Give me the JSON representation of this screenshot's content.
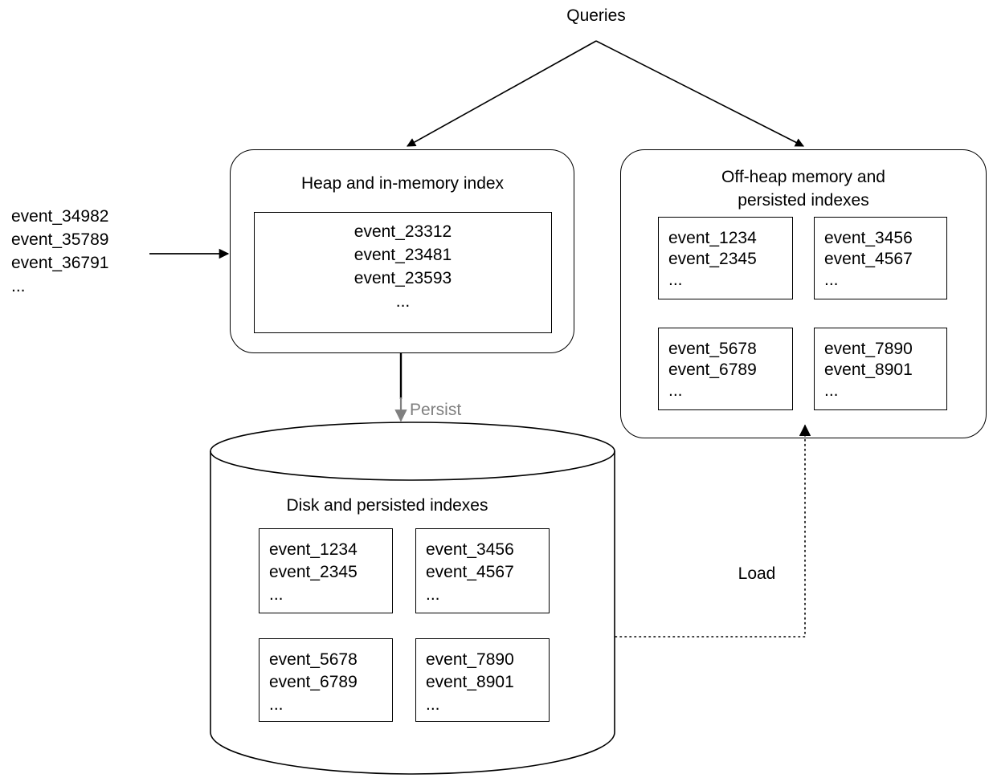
{
  "diagram": {
    "queries_label": "Queries",
    "persist_label": "Persist",
    "load_label": "Load",
    "persist_color": "#808080",
    "stroke_color": "#000000"
  },
  "ingest": {
    "lines": [
      "event_34982",
      "event_35789",
      "event_36791",
      "..."
    ]
  },
  "heap": {
    "title": "Heap and in-memory index",
    "lines": [
      "event_23312",
      "event_23481",
      "event_23593",
      "",
      "..."
    ]
  },
  "offheap": {
    "title_line1": "Off-heap memory and",
    "title_line2": "persisted indexes",
    "segments": [
      {
        "lines": [
          "event_1234",
          "event_2345",
          "..."
        ]
      },
      {
        "lines": [
          "event_3456",
          "event_4567",
          "..."
        ]
      },
      {
        "lines": [
          "event_5678",
          "event_6789",
          "..."
        ]
      },
      {
        "lines": [
          "event_7890",
          "event_8901",
          "..."
        ]
      }
    ]
  },
  "disk": {
    "title": "Disk and persisted indexes",
    "segments": [
      {
        "lines": [
          "event_1234",
          "event_2345",
          "..."
        ]
      },
      {
        "lines": [
          "event_3456",
          "event_4567",
          "..."
        ]
      },
      {
        "lines": [
          "event_5678",
          "event_6789",
          "..."
        ]
      },
      {
        "lines": [
          "event_7890",
          "event_8901",
          "..."
        ]
      }
    ]
  }
}
